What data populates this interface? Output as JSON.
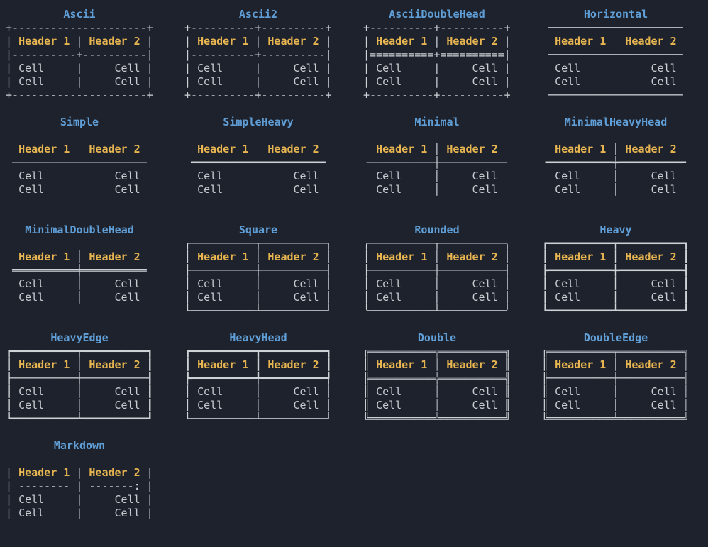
{
  "colors": {
    "background": "#1e222c",
    "title": "#5f9ed6",
    "header": "#e6b450",
    "cell": "#c8cbd0",
    "border": "#ced2d7"
  },
  "column_headers": [
    "Header 1",
    "Header 2"
  ],
  "cell_value": "Cell",
  "tables": [
    {
      "title": "Ascii",
      "lines": [
        "+---------------------+",
        "| Header 1 | Header 2 |",
        "|----------+----------|",
        "| Cell     |     Cell |",
        "| Cell     |     Cell |",
        "+---------------------+"
      ]
    },
    {
      "title": "Ascii2",
      "lines": [
        "+----------+----------+",
        "| Header 1 | Header 2 |",
        "|----------+----------|",
        "| Cell     |     Cell |",
        "| Cell     |     Cell |",
        "+----------+----------+"
      ]
    },
    {
      "title": "AsciiDoubleHead",
      "lines": [
        "+----------+----------+",
        "| Header 1 | Header 2 |",
        "|==========+==========|",
        "| Cell     |     Cell |",
        "| Cell     |     Cell |",
        "+----------+----------+"
      ]
    },
    {
      "title": "Horizontal",
      "lines": [
        " ───────────────────── ",
        "  Header 1   Header 2  ",
        " ───────────────────── ",
        "  Cell           Cell  ",
        "  Cell           Cell  ",
        " ───────────────────── "
      ]
    },
    {
      "title": "Simple",
      "lines": [
        "",
        "  Header 1   Header 2  ",
        " ───────────────────── ",
        "  Cell           Cell  ",
        "  Cell           Cell  ",
        ""
      ]
    },
    {
      "title": "SimpleHeavy",
      "lines": [
        "",
        "  Header 1   Header 2  ",
        " ━━━━━━━━━━━━━━━━━━━━━ ",
        "  Cell           Cell  ",
        "  Cell           Cell  ",
        ""
      ]
    },
    {
      "title": "Minimal",
      "lines": [
        "",
        "  Header 1 │ Header 2  ",
        "╶──────────┼──────────╴",
        "  Cell     │     Cell  ",
        "  Cell     │     Cell  ",
        ""
      ]
    },
    {
      "title": "MinimalHeavyHead",
      "lines": [
        "",
        "  Header 1 │ Header 2  ",
        "╺━━━━━━━━━━┿━━━━━━━━━━╸",
        "  Cell     │     Cell  ",
        "  Cell     │     Cell  ",
        ""
      ]
    },
    {
      "title": "MinimalDoubleHead",
      "lines": [
        "",
        "  Header 1 │ Header 2  ",
        " ══════════╪══════════ ",
        "  Cell     │     Cell  ",
        "  Cell     │     Cell  ",
        ""
      ]
    },
    {
      "title": "Square",
      "lines": [
        "┌──────────┬──────────┐",
        "│ Header 1 │ Header 2 │",
        "├──────────┼──────────┤",
        "│ Cell     │     Cell │",
        "│ Cell     │     Cell │",
        "└──────────┴──────────┘"
      ]
    },
    {
      "title": "Rounded",
      "lines": [
        "╭──────────┬──────────╮",
        "│ Header 1 │ Header 2 │",
        "├──────────┼──────────┤",
        "│ Cell     │     Cell │",
        "│ Cell     │     Cell │",
        "╰──────────┴──────────╯"
      ]
    },
    {
      "title": "Heavy",
      "lines": [
        "┏━━━━━━━━━━┳━━━━━━━━━━┓",
        "┃ Header 1 ┃ Header 2 ┃",
        "┣━━━━━━━━━━╋━━━━━━━━━━┫",
        "┃ Cell     ┃     Cell ┃",
        "┃ Cell     ┃     Cell ┃",
        "┗━━━━━━━━━━┻━━━━━━━━━━┛"
      ]
    },
    {
      "title": "HeavyEdge",
      "lines": [
        "┏━━━━━━━━━━┯━━━━━━━━━━┓",
        "┃ Header 1 │ Header 2 ┃",
        "┠──────────┼──────────┨",
        "┃ Cell     │     Cell ┃",
        "┃ Cell     │     Cell ┃",
        "┗━━━━━━━━━━┷━━━━━━━━━━┛"
      ]
    },
    {
      "title": "HeavyHead",
      "lines": [
        "┏━━━━━━━━━━┳━━━━━━━━━━┓",
        "┃ Header 1 ┃ Header 2 ┃",
        "┡━━━━━━━━━━╇━━━━━━━━━━┩",
        "│ Cell     │     Cell │",
        "│ Cell     │     Cell │",
        "└──────────┴──────────┘"
      ]
    },
    {
      "title": "Double",
      "lines": [
        "╔══════════╦══════════╗",
        "║ Header 1 ║ Header 2 ║",
        "╠══════════╬══════════╣",
        "║ Cell     ║     Cell ║",
        "║ Cell     ║     Cell ║",
        "╚══════════╩══════════╝"
      ]
    },
    {
      "title": "DoubleEdge",
      "lines": [
        "╔══════════╤══════════╗",
        "║ Header 1 │ Header 2 ║",
        "╟──────────┼──────────╢",
        "║ Cell     │     Cell ║",
        "║ Cell     │     Cell ║",
        "╚══════════╧══════════╝"
      ]
    },
    {
      "title": "Markdown",
      "lines": [
        "",
        "| Header 1 | Header 2 |",
        "| -------- | -------: |",
        "| Cell     |     Cell |",
        "| Cell     |     Cell |"
      ]
    }
  ]
}
